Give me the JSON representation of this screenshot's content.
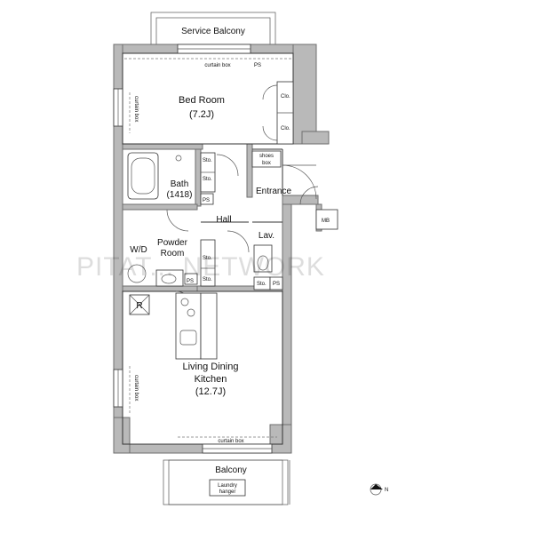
{
  "rooms": {
    "service_balcony": "Service Balcony",
    "bed_room": "Bed Room",
    "bed_room_size": "(7.2J)",
    "bath": "Bath",
    "bath_size": "(1418)",
    "entrance": "Entrance",
    "hall": "Hall",
    "powder_room": "Powder",
    "powder_room_2": "Room",
    "wd": "W/D",
    "lav": "Lav.",
    "ldk_1": "Living Dining",
    "ldk_2": "Kitchen",
    "ldk_size": "(12.7J)",
    "balcony": "Balcony",
    "laundry_1": "Laundry",
    "laundry_2": "hanger"
  },
  "fixtures": {
    "curtain_box": "curtain box",
    "ps": "PS",
    "clo": "Clo.",
    "sto": "Sto.",
    "shoes_box_1": "shoes",
    "shoes_box_2": "box",
    "mb": "MB",
    "refrigerator": "R"
  },
  "watermark": "PITAT... NETWORK",
  "compass": {
    "north": "N"
  },
  "colors": {
    "wall": "#b9b9b9",
    "line": "#333333"
  }
}
